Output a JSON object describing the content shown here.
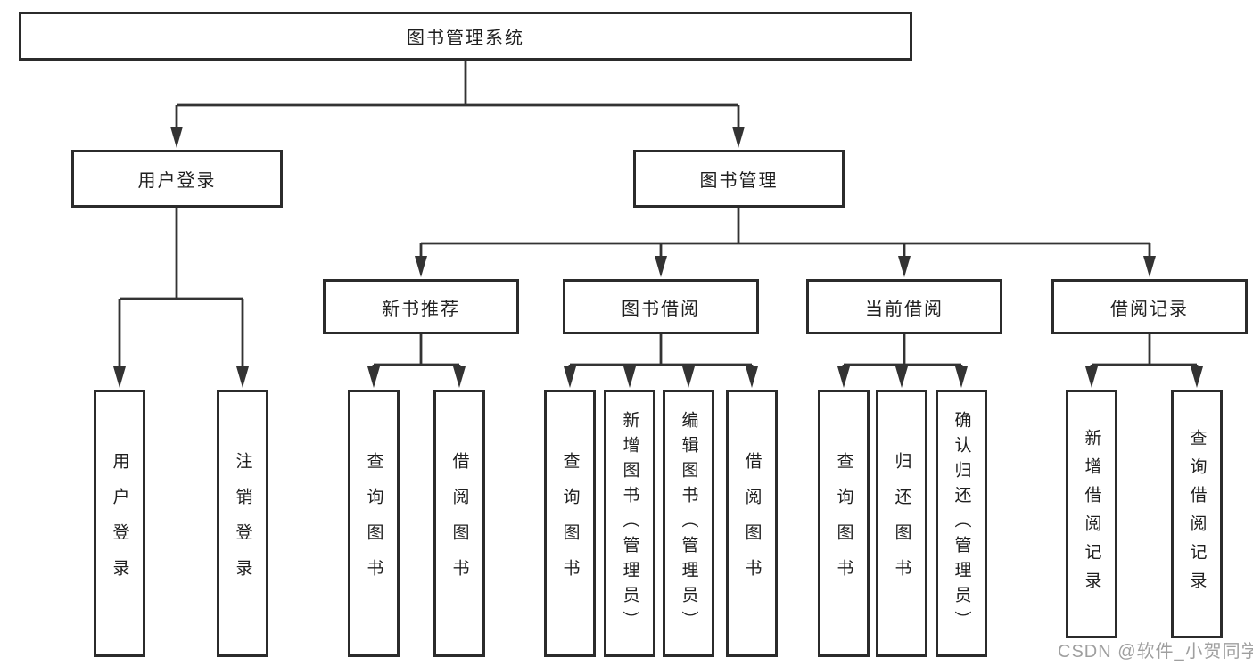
{
  "tree": {
    "label": "图书管理系统",
    "children": [
      {
        "label": "用户登录",
        "children": [
          {
            "label": "用户登录"
          },
          {
            "label": "注销登录"
          }
        ]
      },
      {
        "label": "图书管理",
        "children": [
          {
            "label": "新书推荐",
            "children": [
              {
                "label": "查询图书"
              },
              {
                "label": "借阅图书"
              }
            ]
          },
          {
            "label": "图书借阅",
            "children": [
              {
                "label": "查询图书"
              },
              {
                "label": "新增图书（管理员）"
              },
              {
                "label": "编辑图书（管理员）"
              },
              {
                "label": "借阅图书"
              }
            ]
          },
          {
            "label": "当前借阅",
            "children": [
              {
                "label": "查询图书"
              },
              {
                "label": "归还图书"
              },
              {
                "label": "确认归还（管理员）"
              }
            ]
          },
          {
            "label": "借阅记录",
            "children": [
              {
                "label": "新增借阅记录"
              },
              {
                "label": "查询借阅记录"
              }
            ]
          }
        ]
      }
    ]
  },
  "watermark": {
    "text": "CSDN @软件_小贺同学",
    "color": "#9f9f9f"
  },
  "colors": {
    "background": "#ffffff",
    "box_border": "#2b2b2b",
    "connector": "#333333",
    "text": "#1f1f1f"
  }
}
